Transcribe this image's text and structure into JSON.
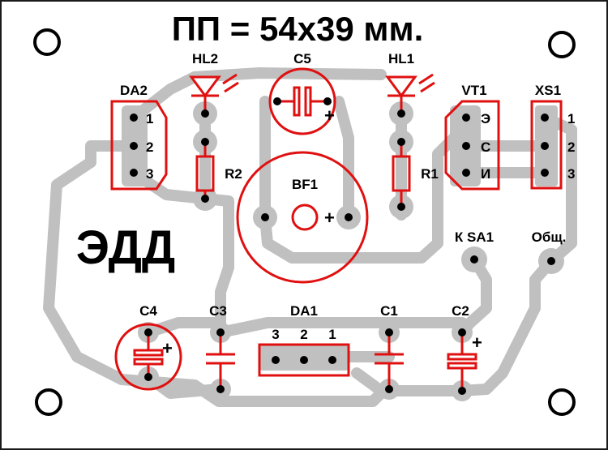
{
  "title": "ПП = 54х39 мм.",
  "board_label": "ЭДД",
  "colors": {
    "board_outline": "#1a1a1a",
    "trace": "#c0c0c0",
    "component": "#e01010",
    "pad": "#000000",
    "text": "#000000"
  },
  "components": {
    "hl2": "HL2",
    "c5": "C5",
    "hl1": "HL1",
    "da2": "DA2",
    "vt1": "VT1",
    "xs1": "XS1",
    "r2": "R2",
    "r1": "R1",
    "bf1": "BF1",
    "c4": "C4",
    "c3": "C3",
    "da1": "DA1",
    "c1": "C1",
    "c2": "C2"
  },
  "pins": {
    "da2": [
      "1",
      "2",
      "3"
    ],
    "vt1": [
      "Э",
      "С",
      "И"
    ],
    "xs1": [
      "1",
      "2",
      "3"
    ],
    "da1": [
      "3",
      "2",
      "1"
    ]
  },
  "terminals": {
    "k_sa1": "К SA1",
    "common": "Общ."
  },
  "polarity": "+"
}
